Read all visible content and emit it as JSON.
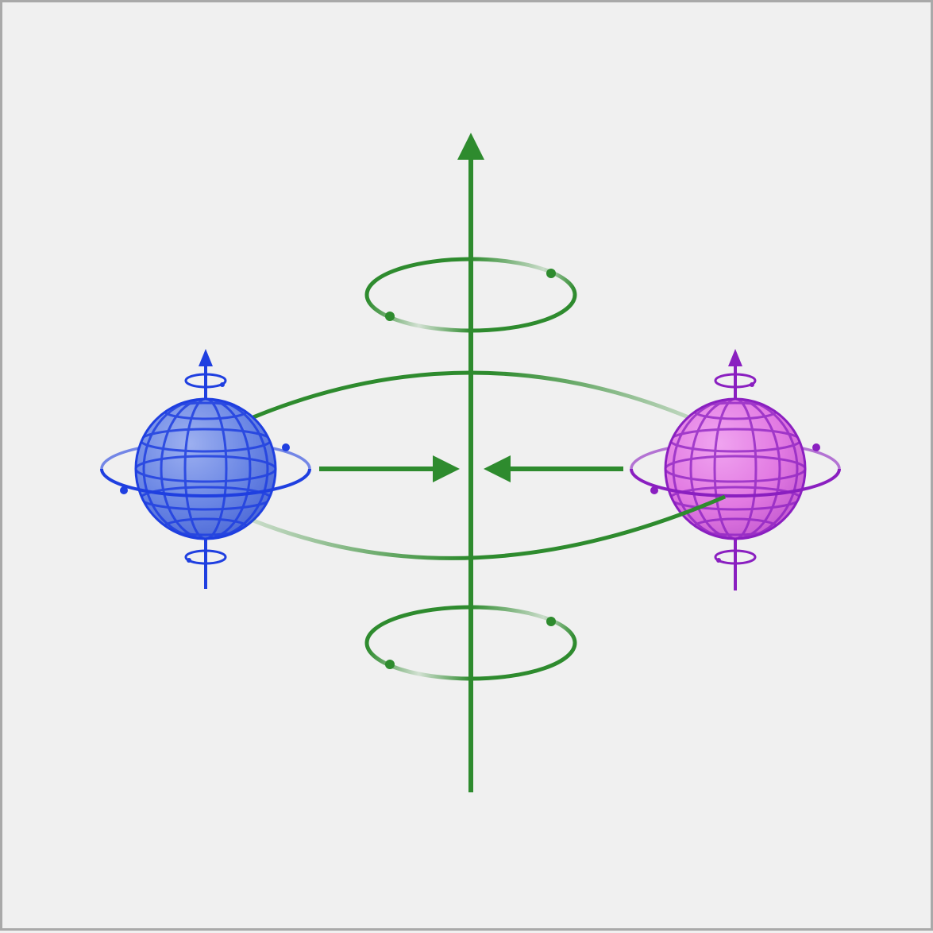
{
  "diagram": {
    "kind": "spin-orbit illustration",
    "background": "#f0f0f0",
    "border_color": "#a9a9a9",
    "colors": {
      "axis": "#2e8b2e",
      "left_sphere_stroke": "#1f3fe0",
      "left_sphere_fill": "#5f7fe0",
      "right_sphere_stroke": "#8a1fc0",
      "right_sphere_fill": "#e070e0"
    },
    "elements": [
      "central-axis-arrow",
      "upper-rotation-ring",
      "lower-rotation-ring",
      "orbit-ellipse",
      "left-spinning-sphere",
      "right-spinning-sphere",
      "left-inward-arrow",
      "right-inward-arrow"
    ]
  }
}
